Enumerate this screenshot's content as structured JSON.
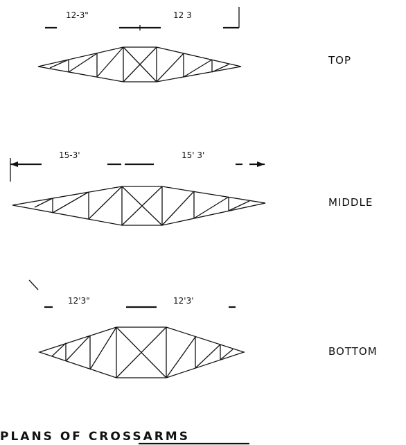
{
  "plans": [
    {
      "label": "TOP",
      "dim_left": "12-3\"",
      "dim_right": "12 3"
    },
    {
      "label": "MIDDLE",
      "dim_left": "15-3'",
      "dim_right": "15' 3'"
    },
    {
      "label": "BOTTOM",
      "dim_left": "12'3\"",
      "dim_right": "12'3'"
    }
  ],
  "title": "PLANS OF CROSSARMS"
}
